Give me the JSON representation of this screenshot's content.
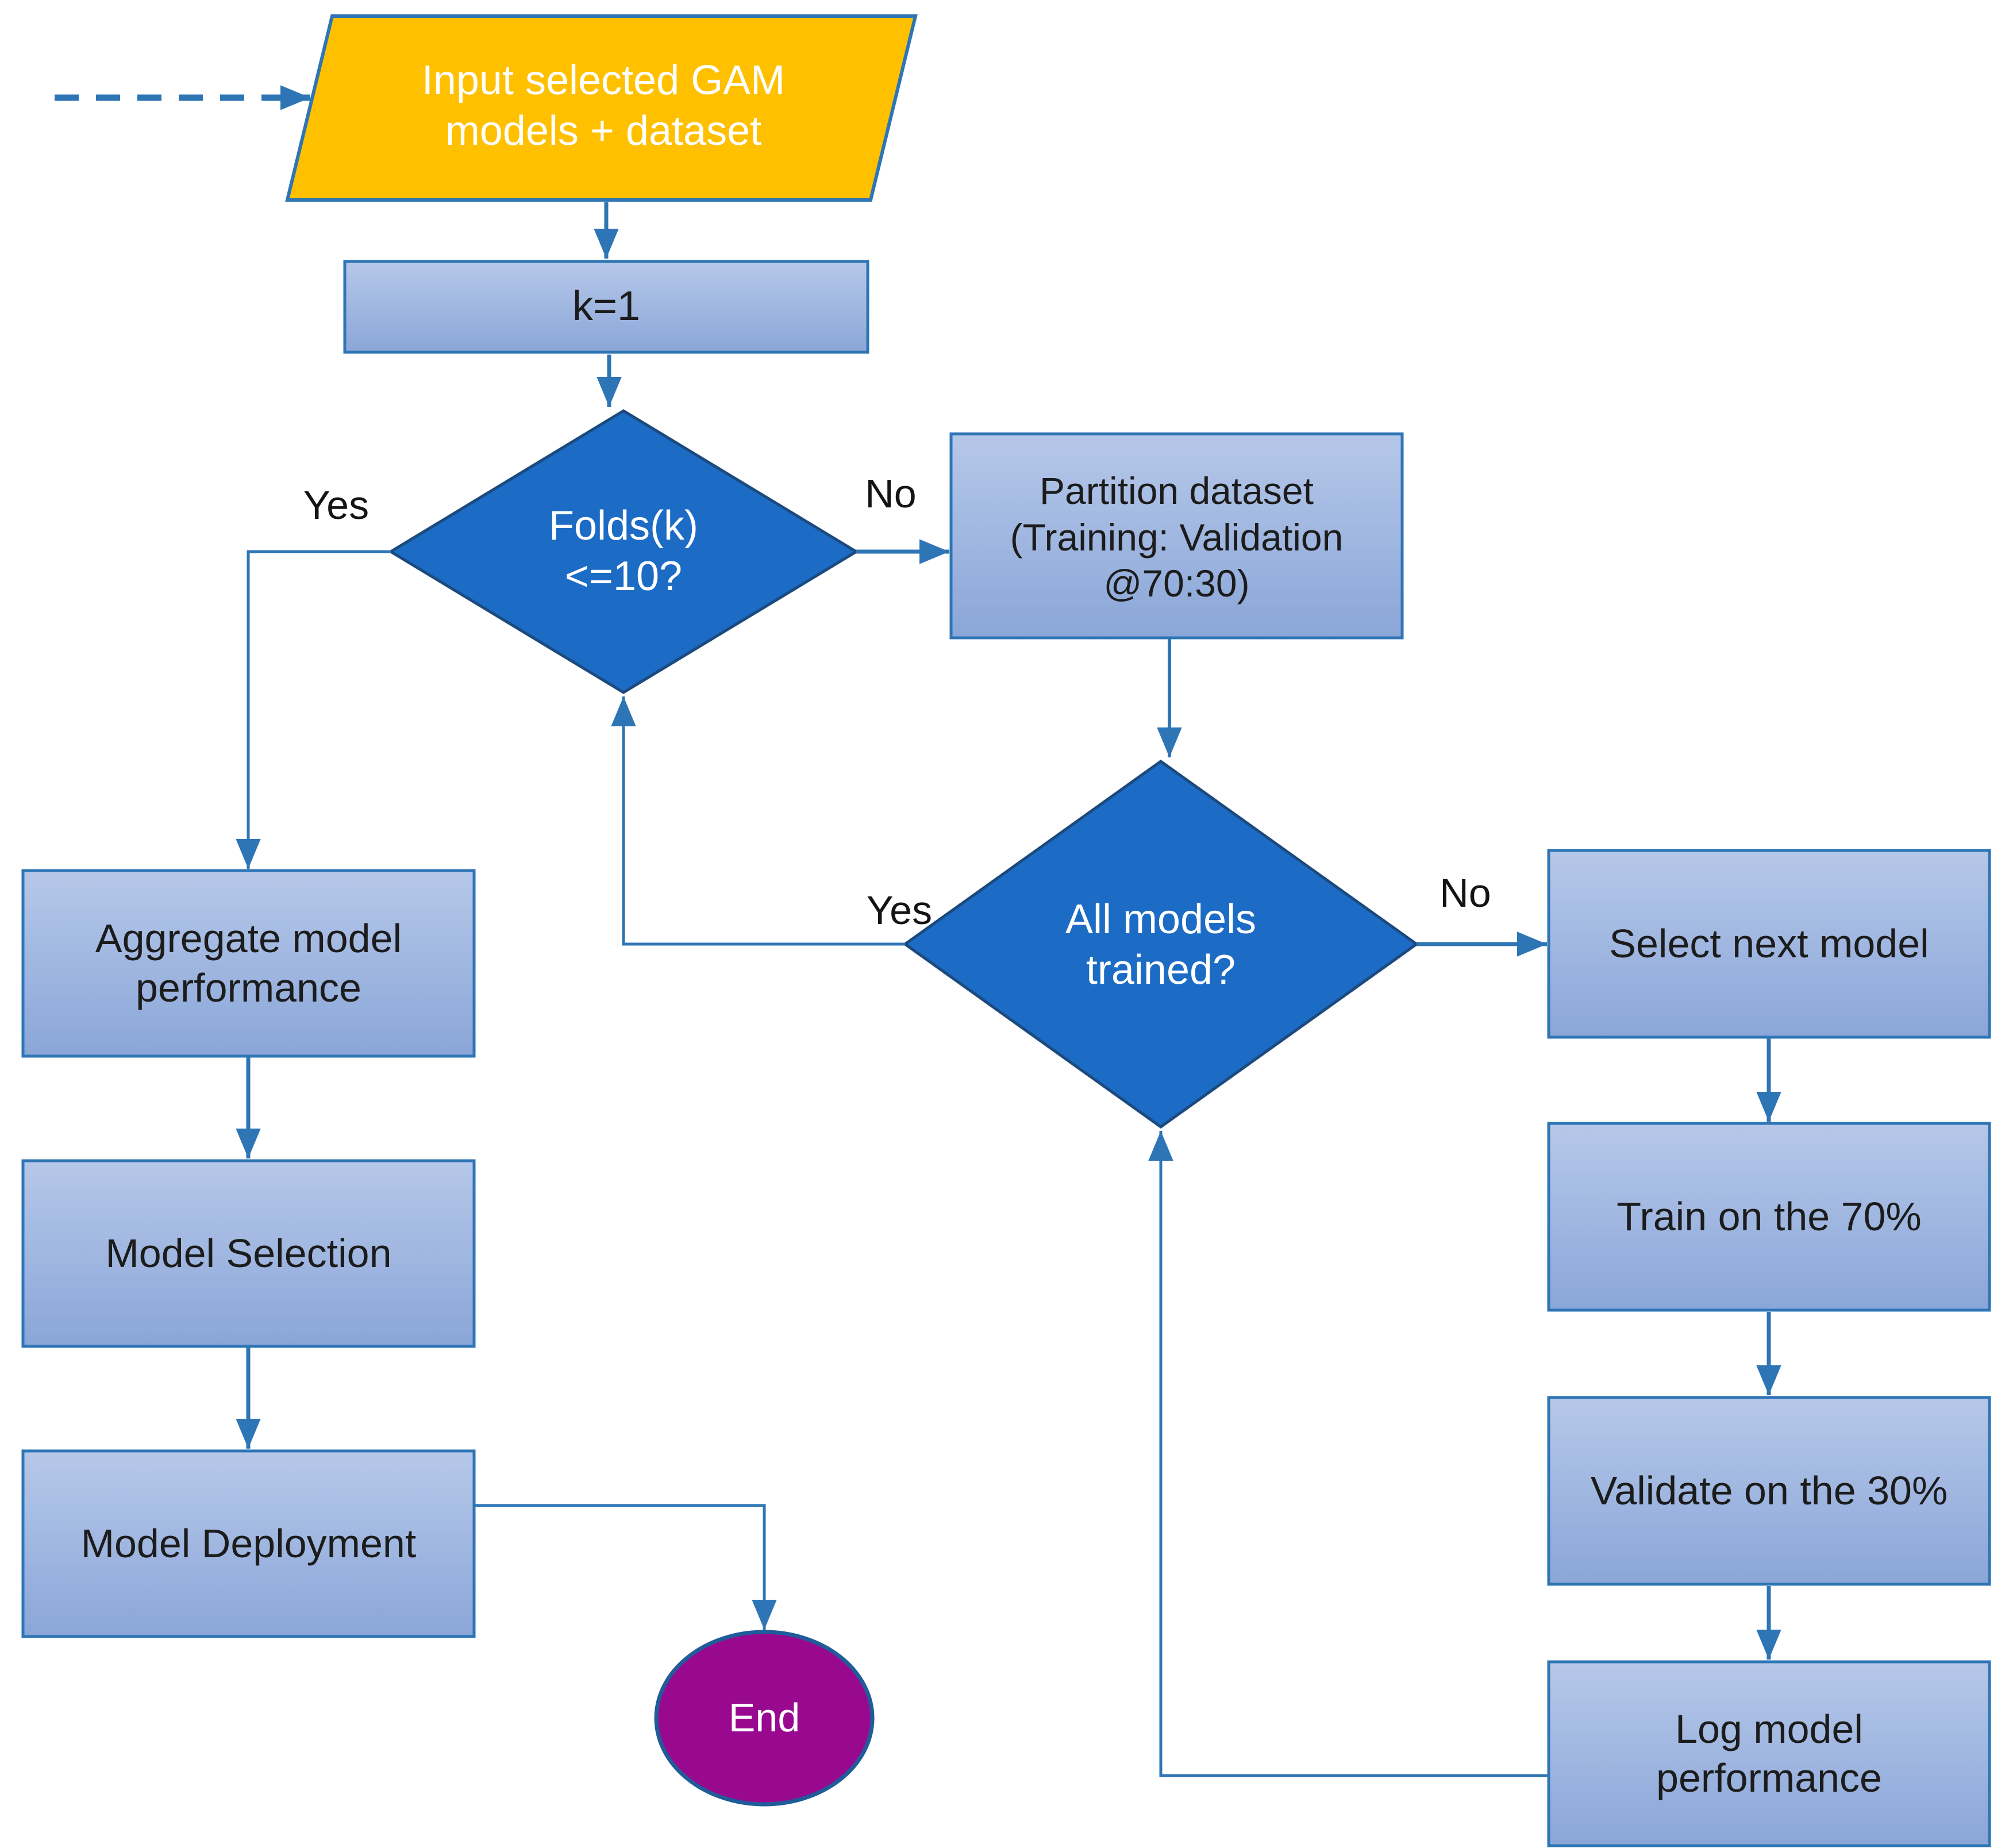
{
  "flowchart": {
    "nodes": {
      "input_dataset": {
        "label": "Input selected GAM\nmodels + dataset"
      },
      "init_k": {
        "label": "k=1"
      },
      "folds_decision": {
        "label": "Folds(k)\n<=10?"
      },
      "partition": {
        "label": "Partition dataset\n(Training: Validation\n@70:30)"
      },
      "all_models_trained": {
        "label": "All models\ntrained?"
      },
      "select_next_model": {
        "label": "Select next model"
      },
      "train": {
        "label": "Train on the 70%"
      },
      "validate": {
        "label": "Validate on the 30%"
      },
      "log_performance": {
        "label": "Log model\nperformance"
      },
      "aggregate_performance": {
        "label": "Aggregate model\nperformance"
      },
      "model_selection": {
        "label": "Model Selection"
      },
      "model_deployment": {
        "label": "Model Deployment"
      },
      "end": {
        "label": "End"
      }
    },
    "edge_labels": {
      "folds_yes": "Yes",
      "folds_no": "No",
      "trained_yes": "Yes",
      "trained_no": "No"
    },
    "colors": {
      "connector_blue": "#2E75B6",
      "decision_fill": "#1C6BC4",
      "decision_border": "#1B4A7E",
      "process_fill_top": "#B6C8E9",
      "process_fill_bottom": "#8AA6D8",
      "process_border": "#2E75B6",
      "input_fill": "#FFC000",
      "terminator_fill": "#99098F",
      "terminator_border": "#1F5C99",
      "text_dark": "#1C1C1C",
      "text_light": "#FFFFFF"
    }
  }
}
